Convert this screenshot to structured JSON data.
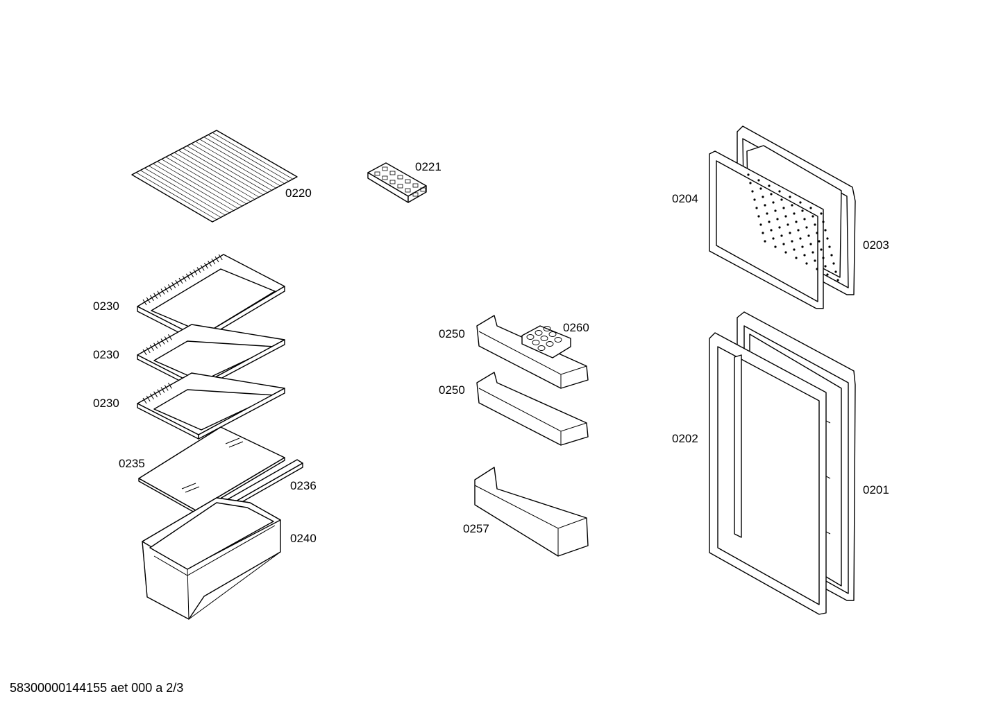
{
  "parts": {
    "shelf_wire": "0220",
    "ice_tray": "0221",
    "shelf_1": "0230",
    "shelf_2": "0230",
    "shelf_3": "0230",
    "glass_cover": "0235",
    "cover_strip": "0236",
    "crisper_drawer": "0240",
    "door_shelf_1": "0250",
    "door_shelf_2": "0250",
    "egg_tray": "0260",
    "bottle_shelf": "0257",
    "freezer_gasket": "0204",
    "freezer_door": "0203",
    "fridge_gasket": "0202",
    "fridge_door": "0201"
  },
  "footer": "58300000144155 aet 000 a 2/3"
}
